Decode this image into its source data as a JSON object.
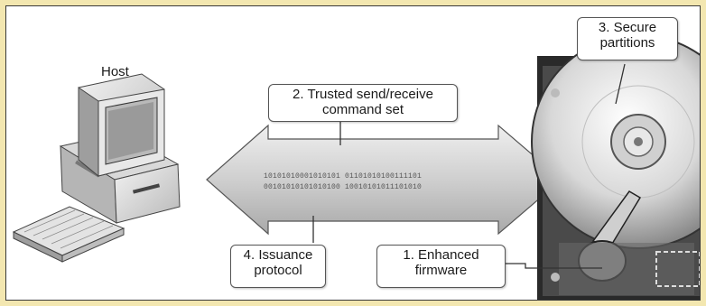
{
  "host_label": "Host",
  "callouts": {
    "trusted": {
      "line1": "2. Trusted send/receive",
      "line2": "command set"
    },
    "secure": {
      "line1": "3. Secure",
      "line2": "partitions"
    },
    "issuance": {
      "line1": "4. Issuance",
      "line2": "protocol"
    },
    "firmware": {
      "line1": "1. Enhanced",
      "line2": "firmware"
    }
  },
  "binary": {
    "row1": "10101010001010101 01101010100111101",
    "row2": "00101010101010100 10010101011101010"
  }
}
